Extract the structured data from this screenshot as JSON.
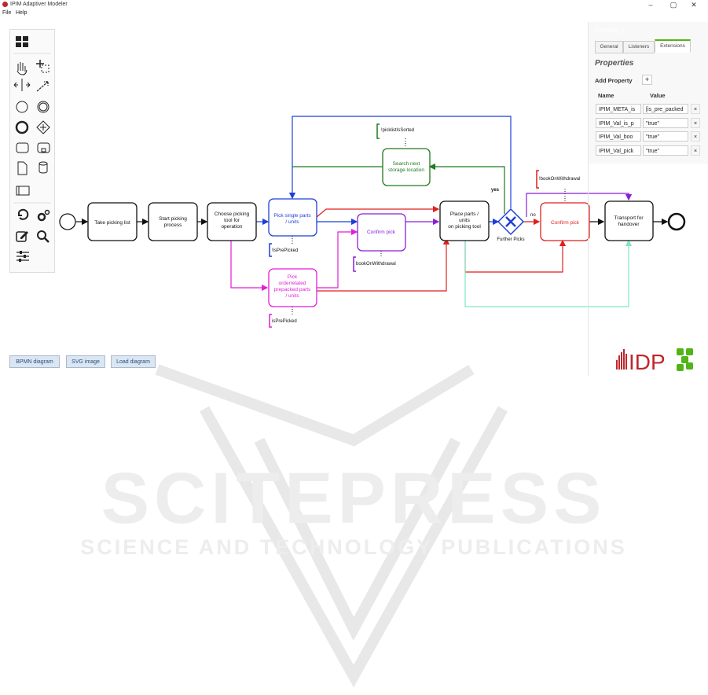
{
  "window": {
    "title": "IPIM Adaptiver Modeler",
    "min_label": "–",
    "max_label": "▢",
    "close_label": "✕"
  },
  "menu": [
    "File",
    "Help"
  ],
  "tasks": {
    "take_picking_list": "Take picking list",
    "start_picking": [
      "Start picking",
      "process"
    ],
    "choose_tool": [
      "Choose picking",
      "tool for",
      "operation"
    ],
    "pick_single": [
      "Pick single parts",
      "/ units"
    ],
    "pick_orderrelated": [
      "Pick",
      "orderrelated",
      "prepacked parts",
      "/ units"
    ],
    "confirm_pick_1": "Confirm pick",
    "search_storage": [
      "Search next",
      "storage location"
    ],
    "place_parts": [
      "Place parts /",
      "units",
      "on picking tool"
    ],
    "confirm_pick_2": "Confirm pick",
    "transport": [
      "Transport for",
      "handover"
    ]
  },
  "gateway": {
    "label": "Further Picks",
    "yes": "yes",
    "no": "no"
  },
  "annotations": {
    "picklist_sorted": "!picklistIsSorted",
    "is_pre_picked_1": "!isPrePicked",
    "is_pre_picked_2": "isPrePicked",
    "book_on_withdrawal_1": "bookOnWithdrawal",
    "book_on_withdrawal_2": "!bookOnWithdrawal"
  },
  "properties": {
    "header_id": "Process_1",
    "tabs": [
      "General",
      "Listeners",
      "Extensions"
    ],
    "active_tab": "Extensions",
    "title": "Properties",
    "add_label": "Add Property",
    "add_symbol": "+",
    "col_name": "Name",
    "col_value": "Value",
    "remove_symbol": "×",
    "rows": [
      {
        "name": "IPIM_META_is",
        "value": "[is_pre_packed"
      },
      {
        "name": "IPIM_Val_is_p",
        "value": "\"true\""
      },
      {
        "name": "IPIM_Val_boo",
        "value": "\"true\""
      },
      {
        "name": "IPIM_Val_pick",
        "value": "\"true\""
      }
    ]
  },
  "buttons": {
    "bpmn": "BPMN diagram",
    "svg": "SVG image",
    "load": "Load diagram"
  },
  "logo": {
    "text": "IDP"
  },
  "watermark": {
    "main": "SCITEPRESS",
    "sub": "SCIENCE AND TECHNOLOGY PUBLICATIONS"
  },
  "colors": {
    "blue": "#1f3fd6",
    "green": "#1e7a1e",
    "purple": "#8a1fd6",
    "magenta": "#e01fd6",
    "red": "#e01f1f",
    "teal": "#7fe6c8",
    "accent": "#52b415",
    "logo_red": "#c0262d"
  },
  "icons": [
    "grid-icon",
    "hand-tool-icon",
    "lasso-tool-icon",
    "space-tool-icon",
    "connect-tool-icon",
    "start-event-icon",
    "intermediate-event-icon",
    "end-event-icon",
    "gateway-icon",
    "task-icon",
    "subprocess-icon",
    "data-object-icon",
    "data-store-icon",
    "pool-icon",
    "undo-icon",
    "settings-icon",
    "edit-icon",
    "search-icon",
    "sliders-icon"
  ]
}
